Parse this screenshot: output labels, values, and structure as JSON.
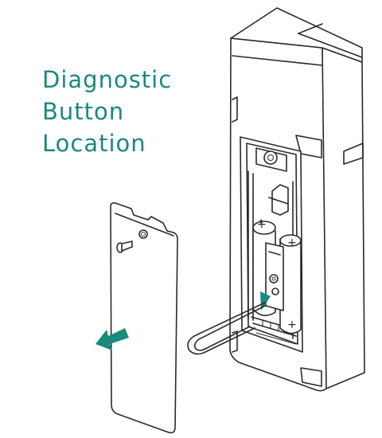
{
  "title": {
    "lines": [
      "Diagnostic",
      "Button",
      "Location"
    ]
  },
  "colors": {
    "accent": "#1a8a7a",
    "outline": "#2a2a2a",
    "background": "#ffffff"
  },
  "icons": {
    "remove_arrow": "arrow-left-down-icon",
    "pointer": "pointer-triangle-icon"
  }
}
